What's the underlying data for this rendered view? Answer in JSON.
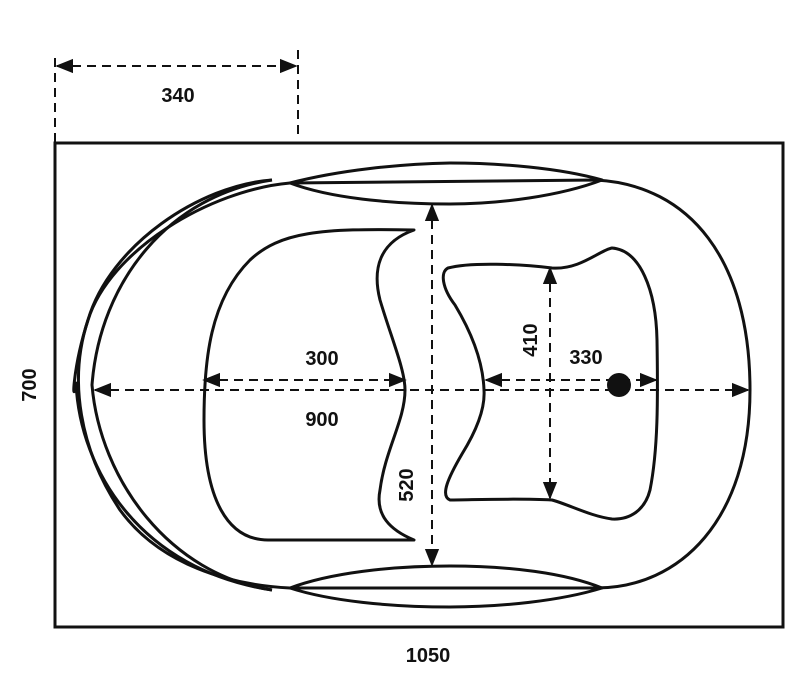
{
  "dimensions": {
    "top_offset": "340",
    "height": "700",
    "length": "1050",
    "inner_width": "900",
    "seat_width": "300",
    "basin_depth": "520",
    "footwell_depth": "410",
    "drain_offset": "330"
  },
  "icons": {
    "drain": "drain-hole-icon"
  }
}
